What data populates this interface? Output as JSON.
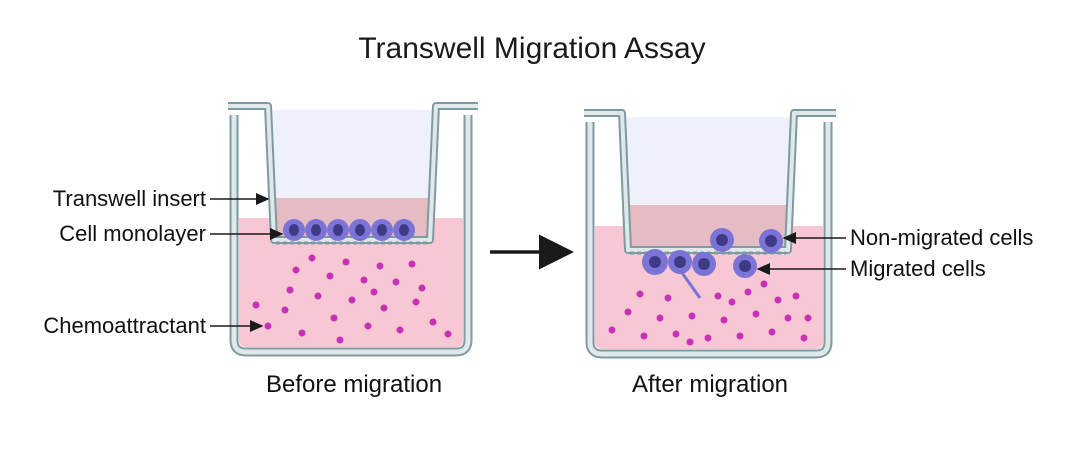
{
  "diagram": {
    "title": "Transwell Migration Assay",
    "before": {
      "caption": "Before migration",
      "labels": {
        "insert": "Transwell insert",
        "monolayer": "Cell monolayer",
        "chemo": "Chemoattractant"
      }
    },
    "after": {
      "caption": "After migration",
      "labels": {
        "non_migrated": "Non-migrated cells",
        "migrated": "Migrated cells"
      }
    }
  },
  "colors": {
    "medium": "#f7c7d3",
    "insert_medium": "#e5bcc4",
    "wall": "#dfe8ea",
    "wall_stroke": "#7f9aa0",
    "insert_fill": "#eef1f9",
    "cell": "#7b74d6",
    "cell_dark": "#3e3a86",
    "dot": "#c631b6",
    "arrow": "#1a1a1a"
  }
}
